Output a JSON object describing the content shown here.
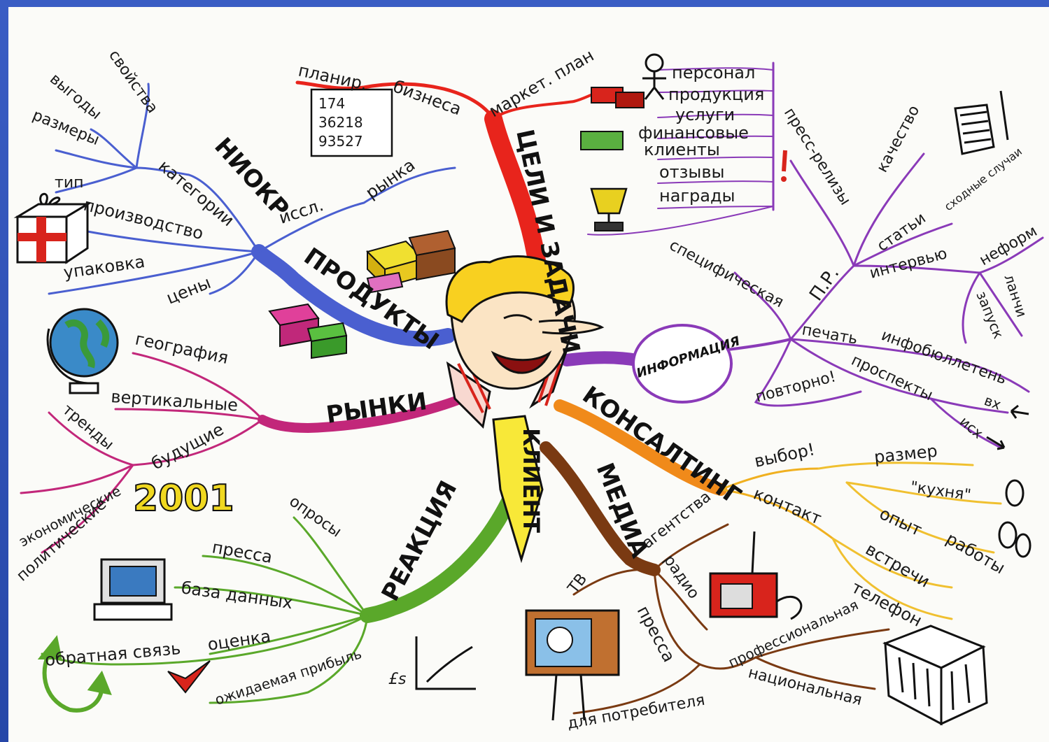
{
  "center": {
    "label": "КЛИЕНТ"
  },
  "year": "2001",
  "chart_symbol": "£s",
  "branches": {
    "goals": {
      "label": "ЦЕЛИ И ЗАДАЧИ",
      "color": "#e8241c",
      "items": [
        "планир.",
        "бизнеса",
        "маркет. план"
      ],
      "numbers": [
        "174",
        "36218",
        "93527"
      ]
    },
    "products": {
      "label": "ПРОДУКТЫ",
      "color": "#4a5fd0",
      "sub": {
        "niokr": "НИОКР",
        "kategorii": "категории",
        "issl": "иссл.",
        "rynka": "рынка",
        "svoistva": "свойства",
        "vygody": "выгоды",
        "razmery": "размеры",
        "tip": "тип",
        "proizvodstvo": "производство",
        "upakovka": "упаковка",
        "ceny": "цены"
      }
    },
    "markets": {
      "label": "РЫНКИ",
      "color": "#c2277a",
      "sub": {
        "geografia": "география",
        "vertikalnye": "вертикальные",
        "budushie": "будущие",
        "trendy": "тренды",
        "ekonomicheskie": "экономические",
        "politicheskie": "политические"
      }
    },
    "reaction": {
      "label": "РЕАКЦИЯ",
      "color": "#5aa82a",
      "sub": {
        "oprosy": "опросы",
        "pressa": "пресса",
        "baza": "база данных",
        "obratnaya": "обратная связь",
        "ocenka": "оценка",
        "pribyl": "ожидаемая прибыль"
      }
    },
    "media": {
      "label": "МЕДИА",
      "color": "#7a3a12",
      "sub": {
        "agentstva": "агентства",
        "tv": "ТВ",
        "radio": "радио",
        "pressa": "пресса",
        "professionalnaya": "профессиональная",
        "nacionalnaya": "национальная",
        "dlya": "для потребителя"
      }
    },
    "consulting": {
      "label": "КОНСАЛТИНГ",
      "color": "#f08a1a",
      "sub": {
        "vybor": "выбор!",
        "kontakt": "контакт",
        "razmer": "размер",
        "kuhnya": "\"кухня\"",
        "opyt": "опыт",
        "raboty": "работы",
        "vstrechi": "встречи",
        "telefon": "телефон"
      }
    },
    "info": {
      "label": "ИНФОРМАЦИЯ",
      "color": "#8a3ab8",
      "list": [
        "персонал",
        "продукция",
        "услуги",
        "финансовые",
        "клиенты",
        "отзывы",
        "награды"
      ],
      "sub": {
        "specificheskaya": "специфическая",
        "pr": "П.Р.",
        "press": "пресс-релизы",
        "kachestvo": "качество",
        "stati": "статьи",
        "shodnye": "сходные случаи",
        "intervyu": "интервью",
        "neform": "неформ",
        "zapusk": "запуск",
        "lanchi": "ланчи",
        "pechat": "печать",
        "infobyulleten": "инфобюллетень",
        "prospekty": "проспекты",
        "povtorno": "повторно!",
        "vh": "вх",
        "ish": "исх"
      }
    }
  }
}
